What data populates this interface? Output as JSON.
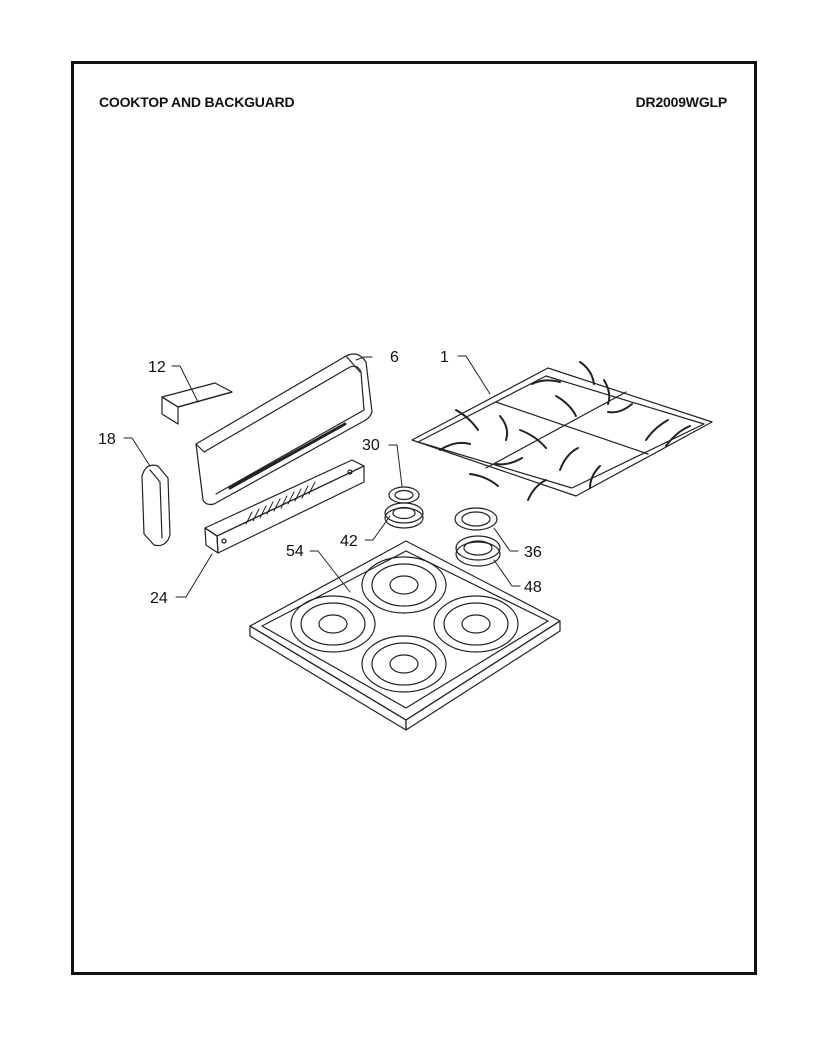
{
  "header": {
    "title": "COOKTOP AND BACKGUARD",
    "model": "DR2009WGLP"
  },
  "callouts": {
    "c1": "1",
    "c6": "6",
    "c12": "12",
    "c18": "18",
    "c24": "24",
    "c30": "30",
    "c36": "36",
    "c42": "42",
    "c48": "48",
    "c54": "54"
  }
}
